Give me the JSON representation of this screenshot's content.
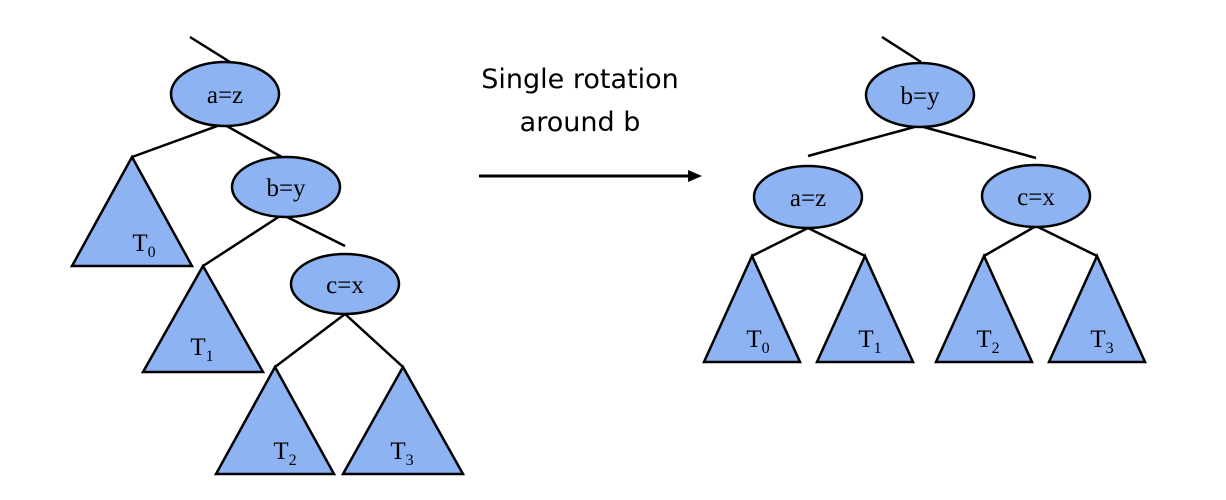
{
  "caption": {
    "line1": "Single rotation",
    "line2": "around b"
  },
  "before": {
    "nodes": {
      "a": "a=z",
      "b": "b=y",
      "c": "c=x"
    },
    "subtrees": {
      "t0": {
        "base": "T",
        "sub": "0"
      },
      "t1": {
        "base": "T",
        "sub": "1"
      },
      "t2": {
        "base": "T",
        "sub": "2"
      },
      "t3": {
        "base": "T",
        "sub": "3"
      }
    }
  },
  "after": {
    "nodes": {
      "b": "b=y",
      "a": "a=z",
      "c": "c=x"
    },
    "subtrees": {
      "t0": {
        "base": "T",
        "sub": "0"
      },
      "t1": {
        "base": "T",
        "sub": "1"
      },
      "t2": {
        "base": "T",
        "sub": "2"
      },
      "t3": {
        "base": "T",
        "sub": "3"
      }
    }
  },
  "colors": {
    "fill": "#8db3f2",
    "stroke": "#000000"
  }
}
